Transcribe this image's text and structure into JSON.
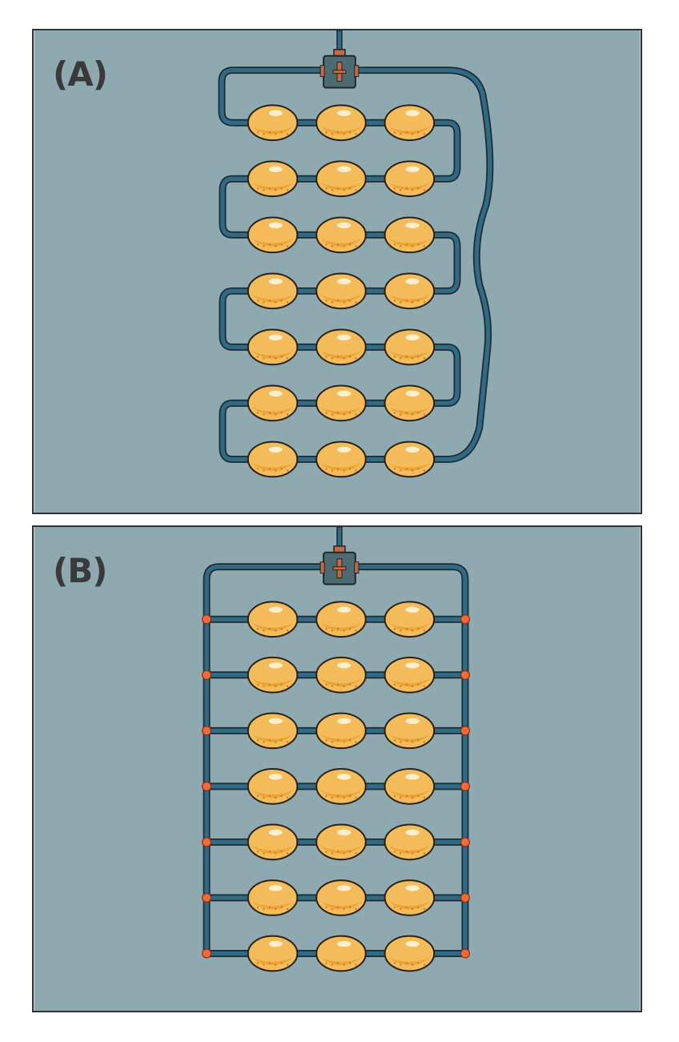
{
  "colors": {
    "background": "#8fa9b1",
    "wire": "#2f6b86",
    "wire_outline": "#1f2a30",
    "lemon": "#f4bb5a",
    "lemon_shadow": "#eb9d2e",
    "lemon_highlight": "#fff4d6",
    "junction": "#f06b3a",
    "box": "#4d6c72"
  },
  "panels": [
    {
      "label": "(A)",
      "circuit": "series",
      "rows": 7,
      "lemons_per_row": 3,
      "source_icon": "battery-box-icon"
    },
    {
      "label": "(B)",
      "circuit": "parallel",
      "rows": 7,
      "lemons_per_row": 3,
      "source_icon": "battery-box-icon"
    }
  ]
}
